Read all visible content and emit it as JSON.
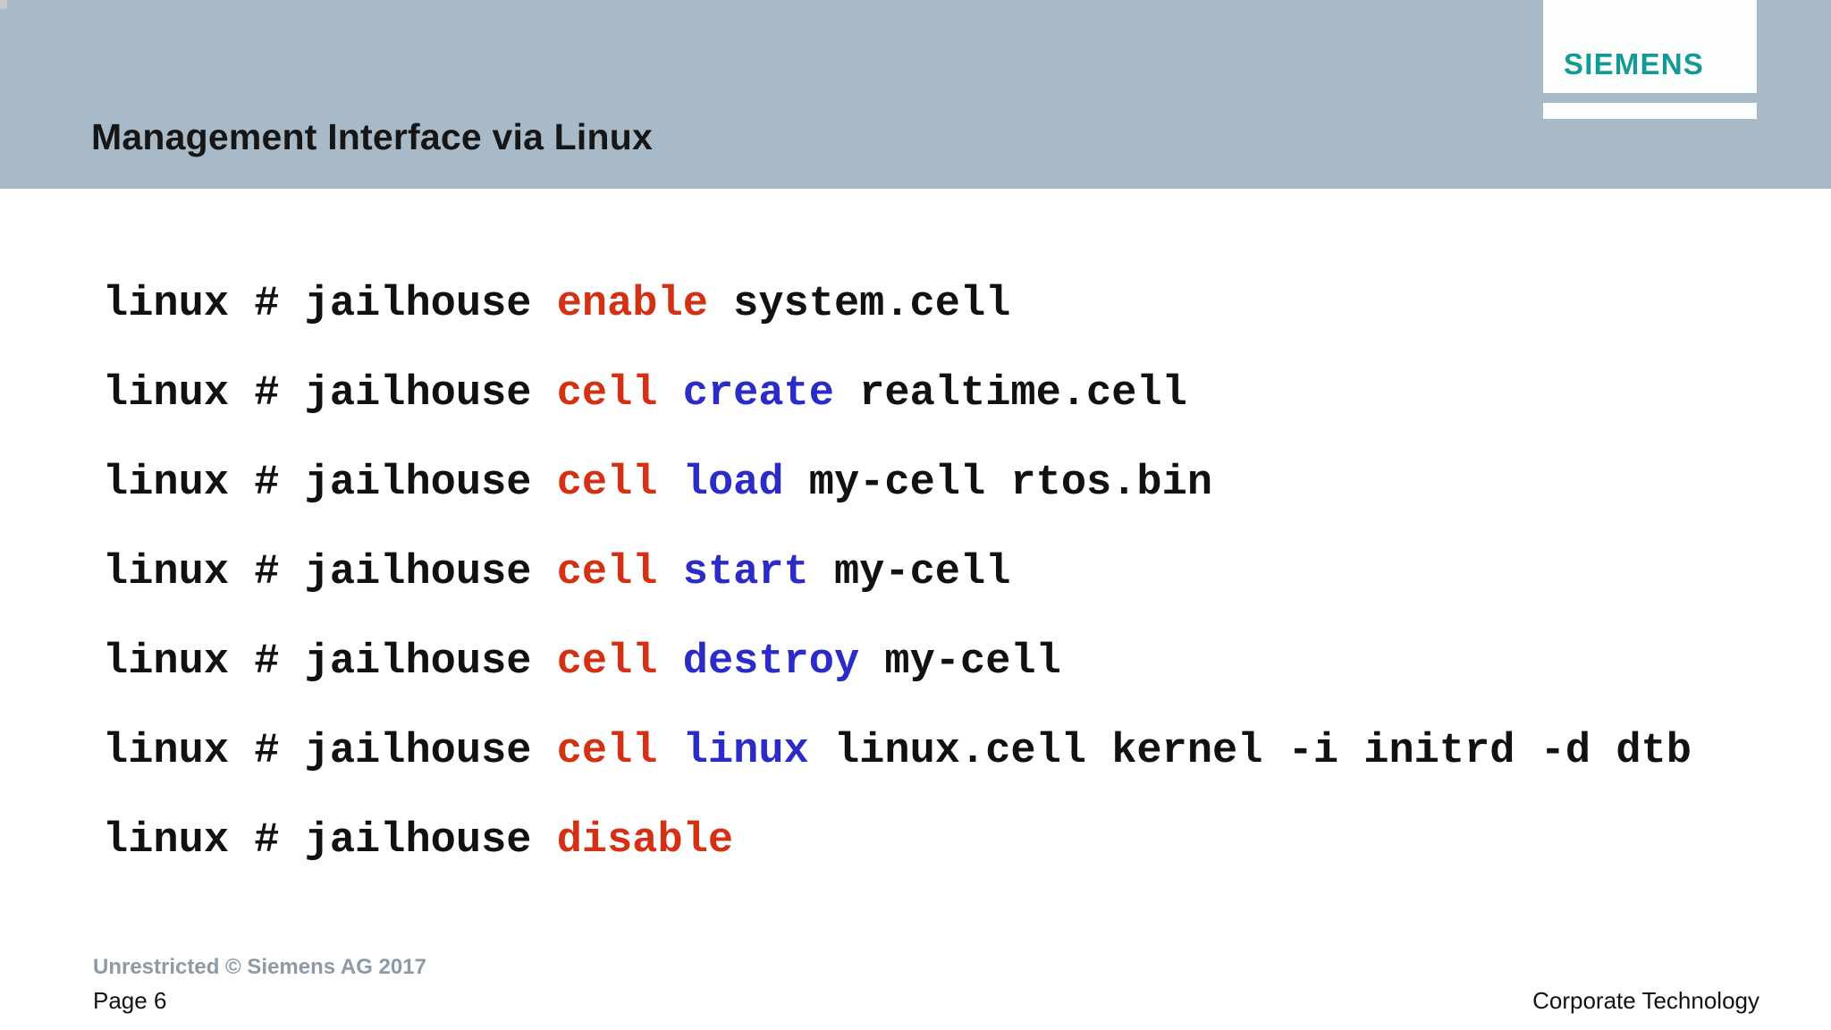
{
  "header": {
    "title": "Management Interface via Linux",
    "logo_text": "SIEMENS"
  },
  "colors": {
    "header_bg": "#a8bac7",
    "title_black": "#161616",
    "default": "#111111",
    "red": "#d43014",
    "blue": "#2b2bc8",
    "brand_teal": "#149a95",
    "classification_gray": "#8d9aa6"
  },
  "commands": [
    {
      "segments": [
        {
          "text": "linux # jailhouse ",
          "color": "default"
        },
        {
          "text": "enable",
          "color": "red"
        },
        {
          "text": " system.cell",
          "color": "default"
        }
      ]
    },
    {
      "segments": [
        {
          "text": "linux # jailhouse ",
          "color": "default"
        },
        {
          "text": "cell",
          "color": "red"
        },
        {
          "text": " ",
          "color": "default"
        },
        {
          "text": "create",
          "color": "blue"
        },
        {
          "text": " realtime.cell",
          "color": "default"
        }
      ]
    },
    {
      "segments": [
        {
          "text": "linux # jailhouse ",
          "color": "default"
        },
        {
          "text": "cell",
          "color": "red"
        },
        {
          "text": " ",
          "color": "default"
        },
        {
          "text": "load",
          "color": "blue"
        },
        {
          "text": " my-cell rtos.bin",
          "color": "default"
        }
      ]
    },
    {
      "segments": [
        {
          "text": "linux # jailhouse ",
          "color": "default"
        },
        {
          "text": "cell",
          "color": "red"
        },
        {
          "text": " ",
          "color": "default"
        },
        {
          "text": "start",
          "color": "blue"
        },
        {
          "text": " my-cell",
          "color": "default"
        }
      ]
    },
    {
      "segments": [
        {
          "text": "linux # jailhouse ",
          "color": "default"
        },
        {
          "text": "cell",
          "color": "red"
        },
        {
          "text": " ",
          "color": "default"
        },
        {
          "text": "destroy",
          "color": "blue"
        },
        {
          "text": " my-cell",
          "color": "default"
        }
      ]
    },
    {
      "segments": [
        {
          "text": "linux # jailhouse ",
          "color": "default"
        },
        {
          "text": "cell",
          "color": "red"
        },
        {
          "text": " ",
          "color": "default"
        },
        {
          "text": "linux",
          "color": "blue"
        },
        {
          "text": " linux.cell kernel -i initrd -d dtb",
          "color": "default"
        }
      ]
    },
    {
      "segments": [
        {
          "text": "linux # jailhouse ",
          "color": "default"
        },
        {
          "text": "disable",
          "color": "red"
        }
      ]
    }
  ],
  "footer": {
    "classification": "Unrestricted © Siemens AG 2017",
    "page_label": "Page 6",
    "division": "Corporate Technology"
  }
}
